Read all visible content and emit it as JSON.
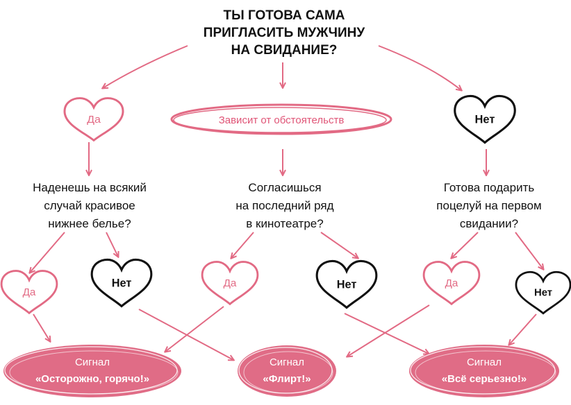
{
  "title": [
    "ТЫ ГОТОВА САМА",
    "ПРИГЛАСИТЬ МУЖЧИНУ",
    "НА СВИДАНИЕ?"
  ],
  "answers": {
    "yes": "Да",
    "no": "Нет",
    "depends": "Зависит от обстоятельств"
  },
  "questions": {
    "left": [
      "Наденешь на всякий",
      "случай красивое",
      "нижнее белье?"
    ],
    "middle": [
      "Согласишься",
      "на последний ряд",
      "в кинотеатре?"
    ],
    "right": [
      "Готова подарить",
      "поцелуй на первом",
      "свидании?"
    ]
  },
  "results": {
    "caption": "Сигнал",
    "hot": "«Осторожно, горячо!»",
    "flirt": "«Флирт!»",
    "serious": "«Всё серьезно!»"
  },
  "colors": {
    "pink": "#e26a84",
    "result_fill": "#e06c86",
    "black": "#111111"
  }
}
